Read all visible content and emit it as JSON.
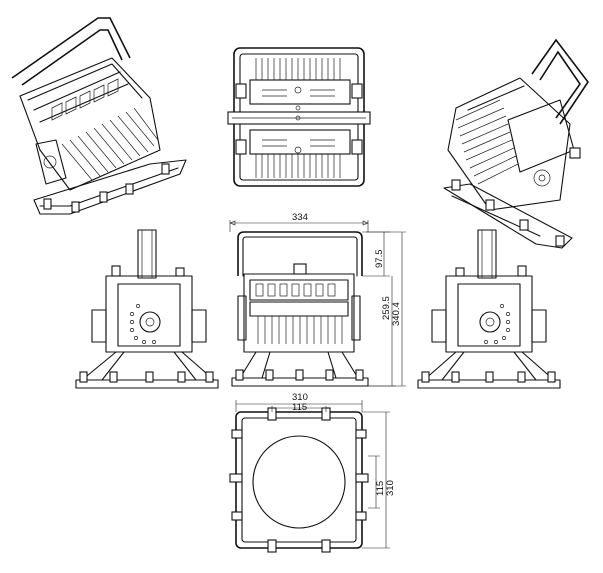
{
  "drawing": {
    "dimensions": {
      "width_top": "334",
      "handle_height": "97.5",
      "body_height": "259.5",
      "total_height": "340.4",
      "base_width": "310",
      "base_inner": "115",
      "base_side_inner": "115",
      "base_side": "310"
    }
  }
}
